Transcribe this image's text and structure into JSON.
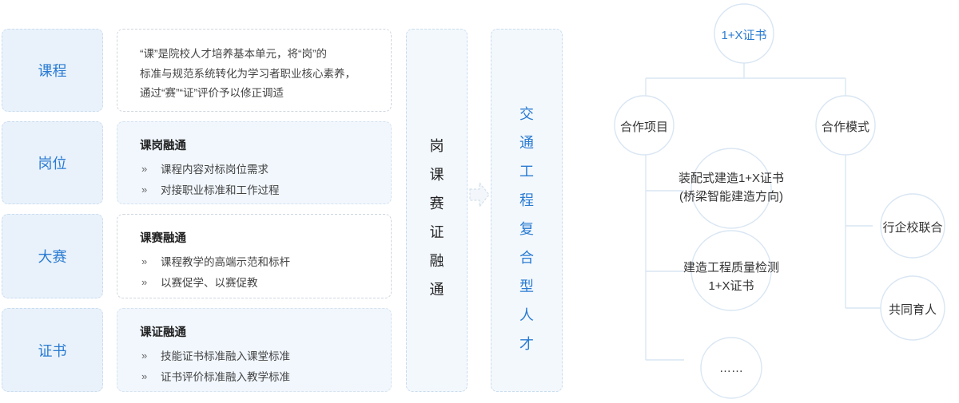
{
  "categories": [
    {
      "label": "课程"
    },
    {
      "label": "岗位"
    },
    {
      "label": "大赛"
    },
    {
      "label": "证书"
    }
  ],
  "descriptions": {
    "course_lines": [
      "“课”是院校人才培养基本单元，将“岗”的",
      "标准与规范系统转化为学习者职业核心素养，",
      "通过“赛”“证”评价予以修正调适"
    ],
    "bullet_marker": "»",
    "blocks": [
      {
        "title": "课岗融通",
        "items": [
          "课程内容对标岗位需求",
          "对接职业标准和工作过程"
        ]
      },
      {
        "title": "课赛融通",
        "items": [
          "课程教学的高端示范和标杆",
          "以赛促学、以赛促教"
        ]
      },
      {
        "title": "课证融通",
        "items": [
          "技能证书标准融入课堂标准",
          "证书评价标准融入教学标准"
        ]
      }
    ]
  },
  "middle_column": [
    "岗",
    "课",
    "赛",
    "证",
    "融",
    "通"
  ],
  "result_column": [
    "交",
    "通",
    "工",
    "程",
    "复",
    "合",
    "型",
    "人",
    "才"
  ],
  "tree": {
    "root": "1+X证书",
    "left_branch": "合作项目",
    "right_branch": "合作模式",
    "left_items": [
      {
        "line1": "装配式建造1+X证书",
        "line2": "(桥梁智能建造方向)"
      },
      {
        "line1": "建造工程质量检测",
        "line2": "1+X证书"
      },
      {
        "line1": "……",
        "line2": ""
      }
    ],
    "right_items": [
      "行企校联合",
      "共同育人"
    ]
  },
  "colors": {
    "accent_blue": "#2a7bd2",
    "tile_bg": "#e9f2fb",
    "line": "#d9e6f3"
  }
}
